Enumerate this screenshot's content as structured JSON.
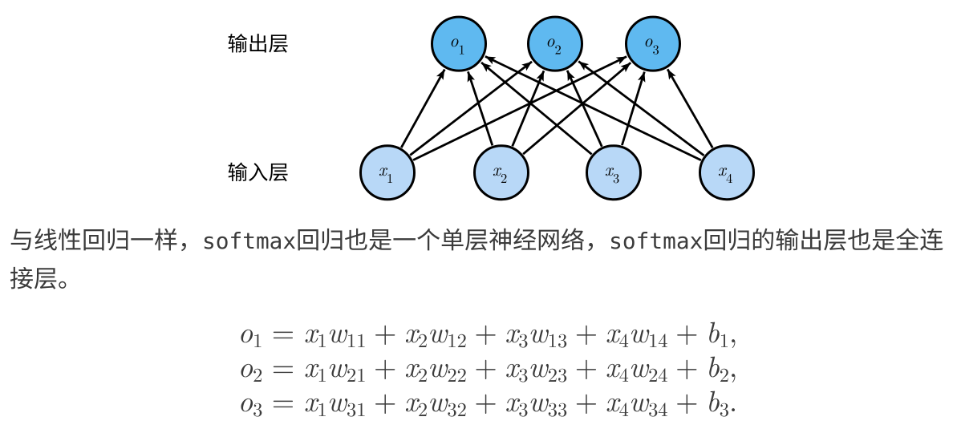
{
  "page": {
    "background": "#ffffff",
    "text_color": "#3b3b3b"
  },
  "figure": {
    "output_layer_label": "输出层",
    "input_layer_label": "输入层",
    "output_nodes": [
      {
        "base": "o",
        "sub": "1"
      },
      {
        "base": "o",
        "sub": "2"
      },
      {
        "base": "o",
        "sub": "3"
      }
    ],
    "input_nodes": [
      {
        "base": "x",
        "sub": "1"
      },
      {
        "base": "x",
        "sub": "2"
      },
      {
        "base": "x",
        "sub": "3"
      },
      {
        "base": "x",
        "sub": "4"
      }
    ],
    "colors": {
      "output_node_fill": "#5fb9f0",
      "input_node_fill": "#b8d8f7",
      "node_stroke": "#000000",
      "edge": "#000000",
      "label_text": "#000000"
    }
  },
  "paragraph": {
    "segments": [
      {
        "type": "text",
        "text": "与线性回归一样，"
      },
      {
        "type": "code",
        "text": "softmax"
      },
      {
        "type": "text",
        "text": "回归也是一个单层神经网络，"
      },
      {
        "type": "code",
        "text": "softmax"
      },
      {
        "type": "text",
        "text": "回归的输出层也是全连接层。"
      }
    ]
  },
  "equations": {
    "latex": [
      "o_1 = x_1 w_{11} + x_2 w_{12} + x_3 w_{13} + x_4 w_{14} + b_1,",
      "o_2 = x_1 w_{21} + x_2 w_{22} + x_3 w_{23} + x_4 w_{24} + b_2,",
      "o_3 = x_1 w_{31} + x_2 w_{32} + x_3 w_{33} + x_4 w_{34} + b_3."
    ],
    "rows": [
      {
        "tokens": [
          {
            "t": "v",
            "b": "o",
            "s": "1"
          },
          {
            "t": "r",
            "v": "="
          },
          {
            "t": "v",
            "b": "x",
            "s": "1"
          },
          {
            "t": "v",
            "b": "w",
            "s": "11"
          },
          {
            "t": "b",
            "v": "+"
          },
          {
            "t": "v",
            "b": "x",
            "s": "2"
          },
          {
            "t": "v",
            "b": "w",
            "s": "12"
          },
          {
            "t": "b",
            "v": "+"
          },
          {
            "t": "v",
            "b": "x",
            "s": "3"
          },
          {
            "t": "v",
            "b": "w",
            "s": "13"
          },
          {
            "t": "b",
            "v": "+"
          },
          {
            "t": "v",
            "b": "x",
            "s": "4"
          },
          {
            "t": "v",
            "b": "w",
            "s": "14"
          },
          {
            "t": "b",
            "v": "+"
          },
          {
            "t": "v",
            "b": "b",
            "s": "1"
          },
          {
            "t": "p",
            "v": ","
          }
        ]
      },
      {
        "tokens": [
          {
            "t": "v",
            "b": "o",
            "s": "2"
          },
          {
            "t": "r",
            "v": "="
          },
          {
            "t": "v",
            "b": "x",
            "s": "1"
          },
          {
            "t": "v",
            "b": "w",
            "s": "21"
          },
          {
            "t": "b",
            "v": "+"
          },
          {
            "t": "v",
            "b": "x",
            "s": "2"
          },
          {
            "t": "v",
            "b": "w",
            "s": "22"
          },
          {
            "t": "b",
            "v": "+"
          },
          {
            "t": "v",
            "b": "x",
            "s": "3"
          },
          {
            "t": "v",
            "b": "w",
            "s": "23"
          },
          {
            "t": "b",
            "v": "+"
          },
          {
            "t": "v",
            "b": "x",
            "s": "4"
          },
          {
            "t": "v",
            "b": "w",
            "s": "24"
          },
          {
            "t": "b",
            "v": "+"
          },
          {
            "t": "v",
            "b": "b",
            "s": "2"
          },
          {
            "t": "p",
            "v": ","
          }
        ]
      },
      {
        "tokens": [
          {
            "t": "v",
            "b": "o",
            "s": "3"
          },
          {
            "t": "r",
            "v": "="
          },
          {
            "t": "v",
            "b": "x",
            "s": "1"
          },
          {
            "t": "v",
            "b": "w",
            "s": "31"
          },
          {
            "t": "b",
            "v": "+"
          },
          {
            "t": "v",
            "b": "x",
            "s": "2"
          },
          {
            "t": "v",
            "b": "w",
            "s": "32"
          },
          {
            "t": "b",
            "v": "+"
          },
          {
            "t": "v",
            "b": "x",
            "s": "3"
          },
          {
            "t": "v",
            "b": "w",
            "s": "33"
          },
          {
            "t": "b",
            "v": "+"
          },
          {
            "t": "v",
            "b": "x",
            "s": "4"
          },
          {
            "t": "v",
            "b": "w",
            "s": "34"
          },
          {
            "t": "b",
            "v": "+"
          },
          {
            "t": "v",
            "b": "b",
            "s": "3"
          },
          {
            "t": "p",
            "v": "."
          }
        ]
      }
    ]
  }
}
